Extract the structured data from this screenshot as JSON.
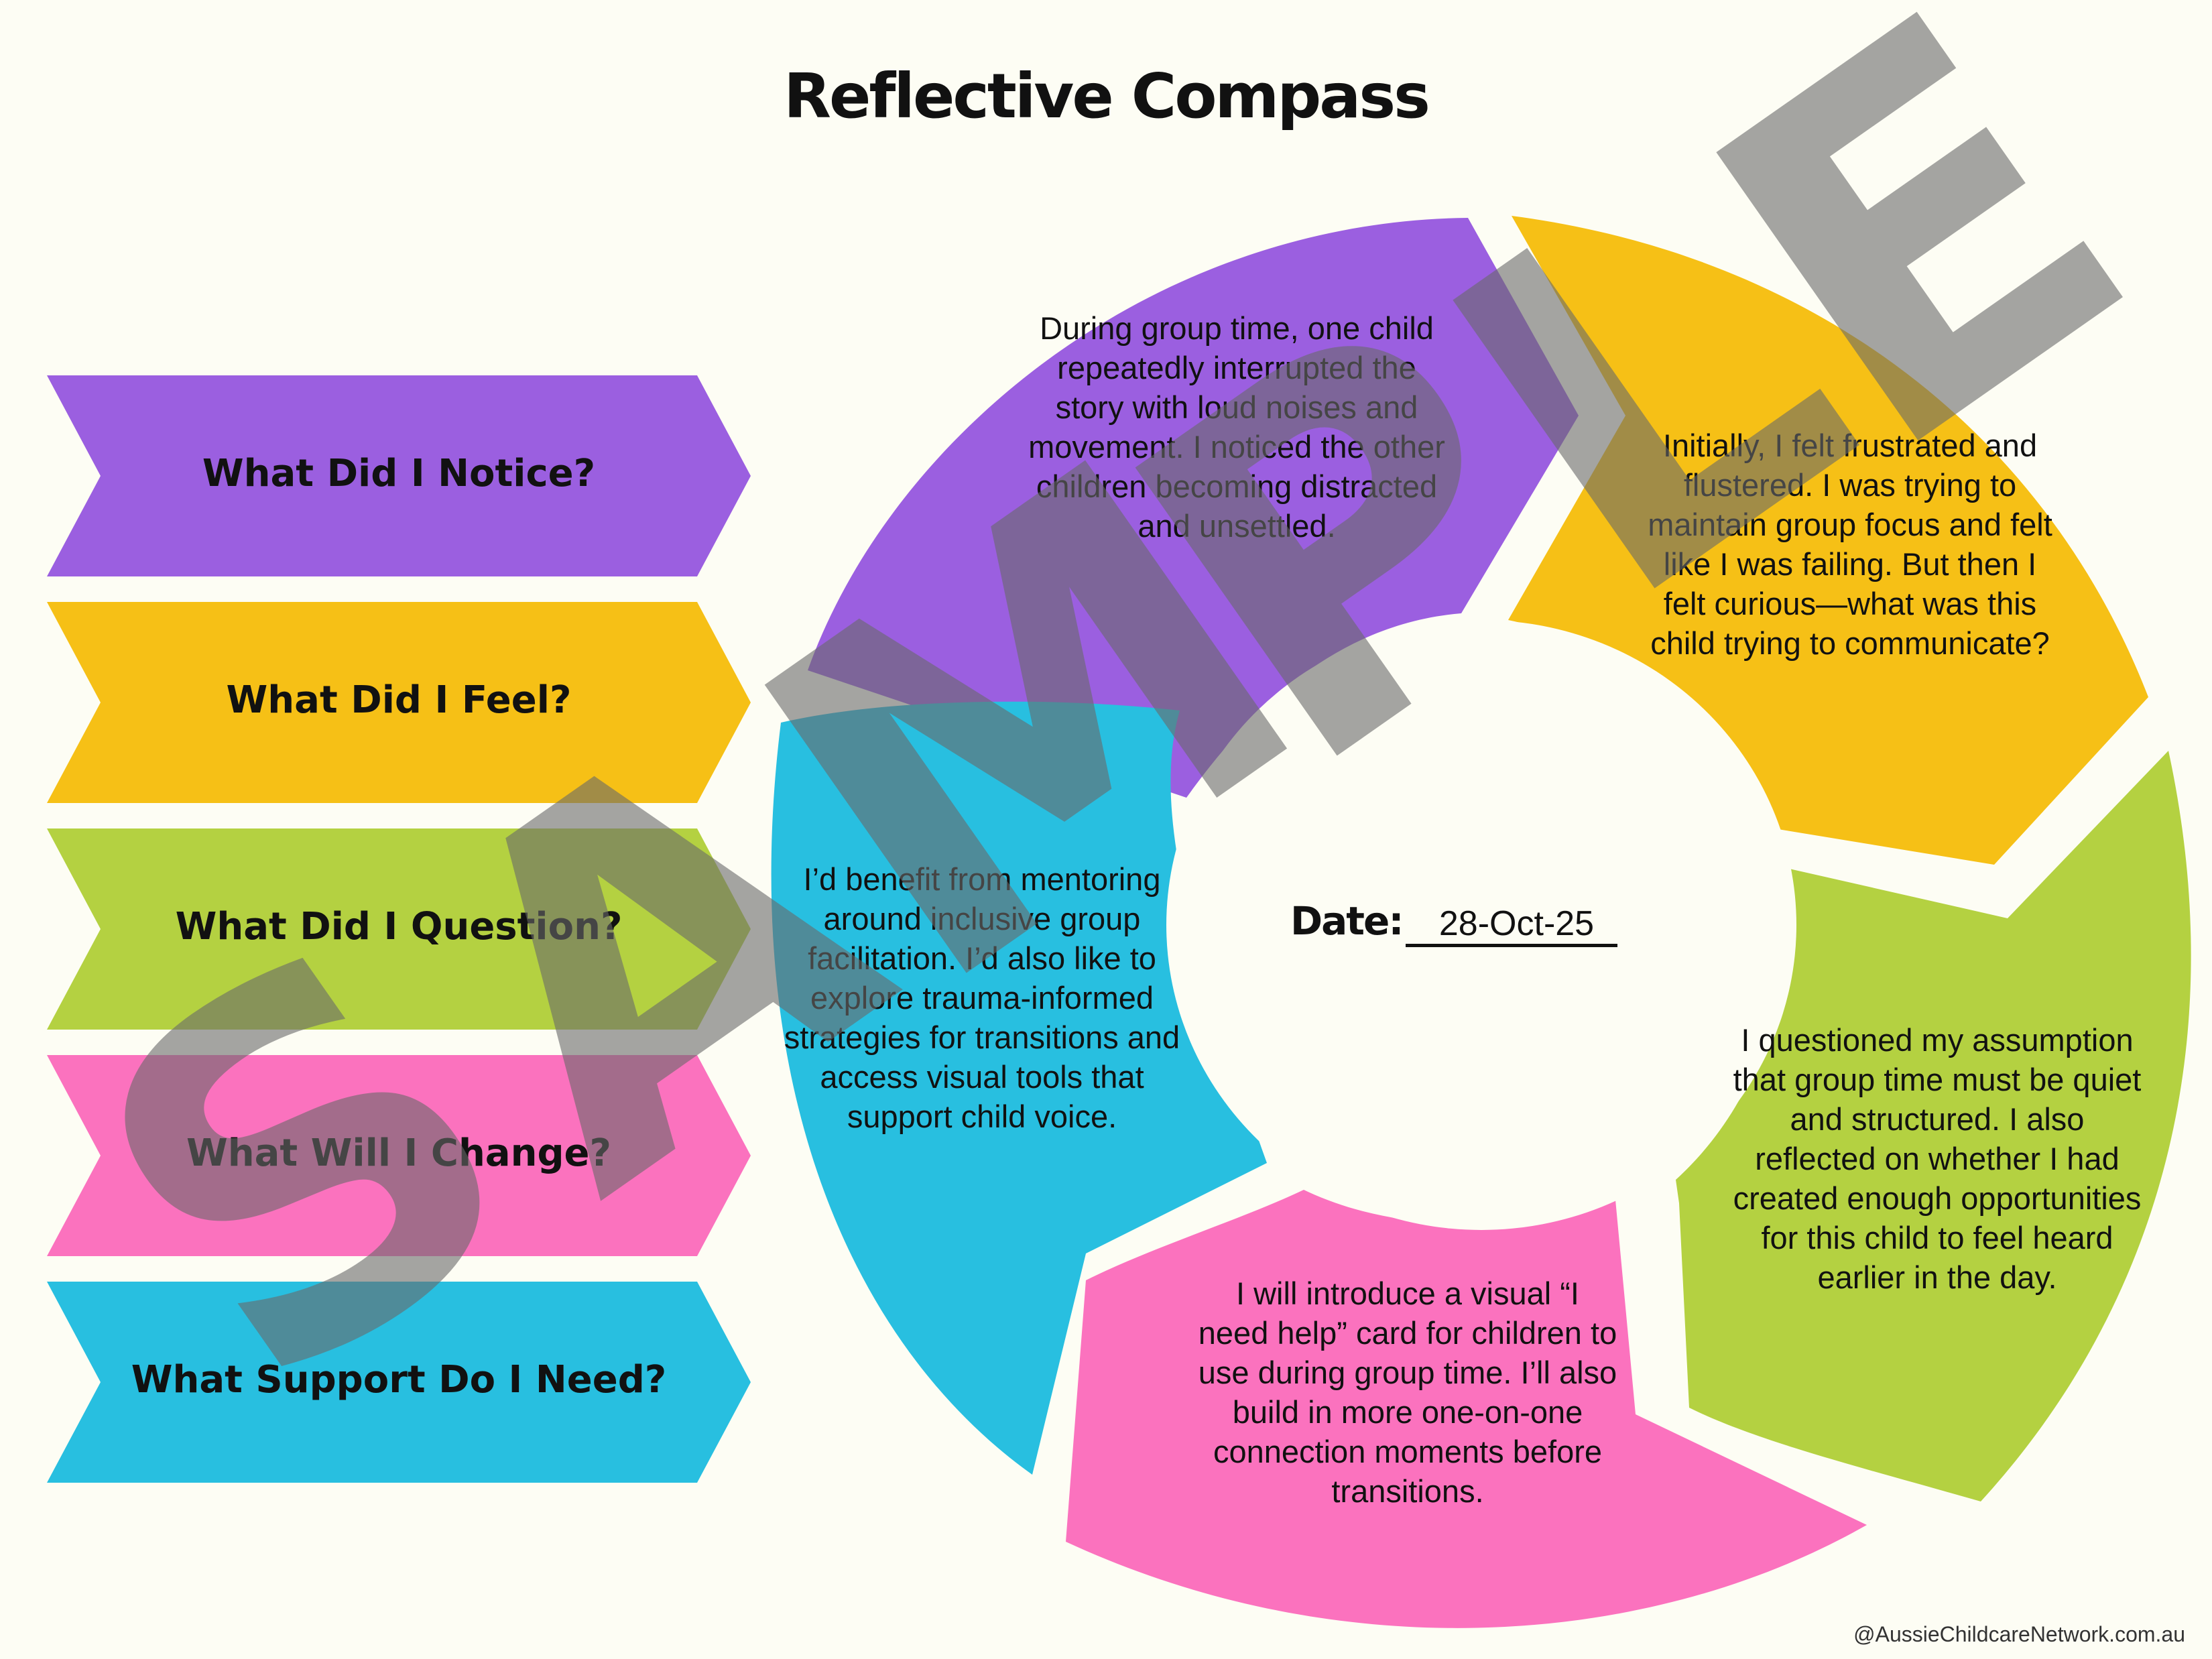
{
  "title": "Reflective Compass",
  "colors": {
    "purple": "#9b5fe0",
    "yellow": "#f6c016",
    "green": "#b4d141",
    "pink": "#fb72be",
    "cyan": "#28bfe0",
    "background": "#fdfdf4"
  },
  "chevrons": [
    {
      "label": "What Did I Notice?",
      "color": "#9b5fe0"
    },
    {
      "label": "What Did I Feel?",
      "color": "#f6c016"
    },
    {
      "label": "What Did I Question?",
      "color": "#b4d141"
    },
    {
      "label": "What Will I Change?",
      "color": "#fb72be"
    },
    {
      "label": "What Support Do I Need?",
      "color": "#28bfe0"
    }
  ],
  "segments": {
    "notice": [
      "During group time, one child",
      "repeatedly interrupted the",
      "story with loud noises and",
      "movement. I noticed the other",
      "children becoming distracted",
      "and unsettled."
    ],
    "feel": [
      "Initially, I felt frustrated and",
      "flustered. I was trying to",
      "maintain group focus and felt",
      "like I was failing. But then I",
      "felt curious—what was this",
      "child trying to communicate?"
    ],
    "question": [
      "I questioned my assumption",
      "that group time must be quiet",
      "and structured. I also",
      "reflected on whether I had",
      "created enough opportunities",
      "for this child to feel heard",
      "earlier in the day."
    ],
    "change": [
      "I will introduce a visual “I",
      "need help” card for children to",
      "use during group time. I’ll also",
      "build in more one-on-one",
      "connection moments before",
      "transitions."
    ],
    "support": [
      "I’d benefit from mentoring",
      "around inclusive group",
      "facilitation. I’d also like to",
      "explore trauma-informed",
      "strategies for transitions and",
      "access visual tools that",
      "support child voice."
    ]
  },
  "date": {
    "label": "Date:",
    "value": "28-Oct-25"
  },
  "watermark": [
    "S",
    "A",
    "M",
    "P",
    "L",
    "E"
  ],
  "credit": "@AussieChildcareNetwork.com.au"
}
